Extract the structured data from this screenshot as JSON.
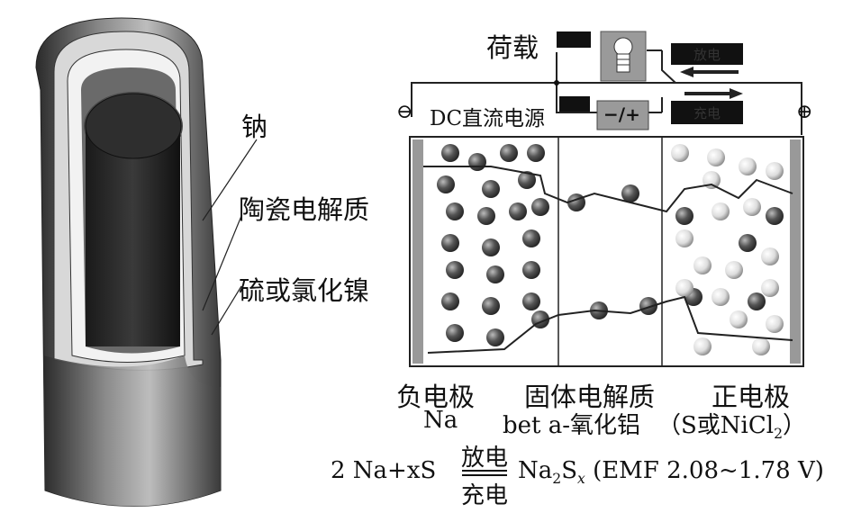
{
  "labels": {
    "sodium": "钠",
    "ceramic_electrolyte": "陶瓷电解质",
    "sulfur_or_nickel_chloride": "硫或氯化镍",
    "load": "荷载",
    "dc_source": "DC直流电源",
    "minus_sign": "⊖",
    "plus_sign": "⊕",
    "switch_symbol": "−/+",
    "discharge_box": "放电",
    "charge_box": "充电"
  },
  "sections": [
    {
      "title": "负电极",
      "material": "Na"
    },
    {
      "title": "固体电解质",
      "material": "bet a-氧化铝"
    },
    {
      "title": "正电极",
      "material": "（S或NiCl",
      "material_sub": "2",
      "material_end": "）"
    }
  ],
  "equation": {
    "left": "2 Na+xS",
    "over": "放电",
    "under": "充电",
    "right_main": "Na",
    "right_sub1": "2",
    "right_s": "S",
    "right_sub2": "x",
    "emf": "(EMF 2.08~1.78 V)"
  },
  "colors": {
    "dark": "#2a2a2a",
    "gray": "#9a9a9a",
    "light": "#e8e8e8"
  }
}
